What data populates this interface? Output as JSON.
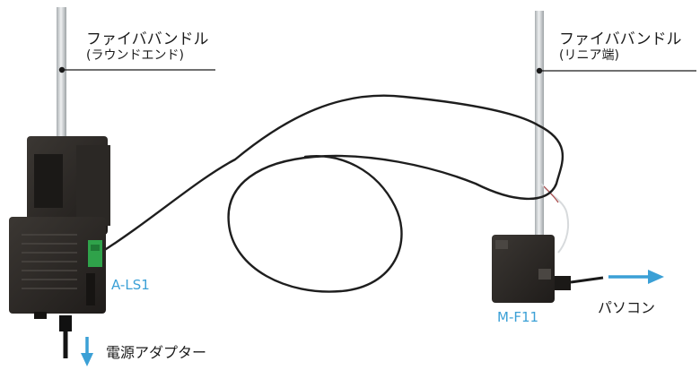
{
  "labels": {
    "fiber_left_title": "ファイババンドル",
    "fiber_left_sub": "(ラウンドエンド)",
    "fiber_right_title": "ファイババンドル",
    "fiber_right_sub": "(リニア端)",
    "device_left": "A-LS1",
    "device_right": "M-F11",
    "pc": "パソコン",
    "power": "電源アダプター"
  },
  "colors": {
    "accent": "#3ba0d6",
    "device_body": "#2a2724",
    "terminal": "#2fa24a",
    "cable": "#1e1e1e",
    "fiber": "#c9cdcf"
  },
  "icons": {
    "pc_arrow": "arrow-right-icon",
    "power_arrow": "arrow-down-icon"
  }
}
